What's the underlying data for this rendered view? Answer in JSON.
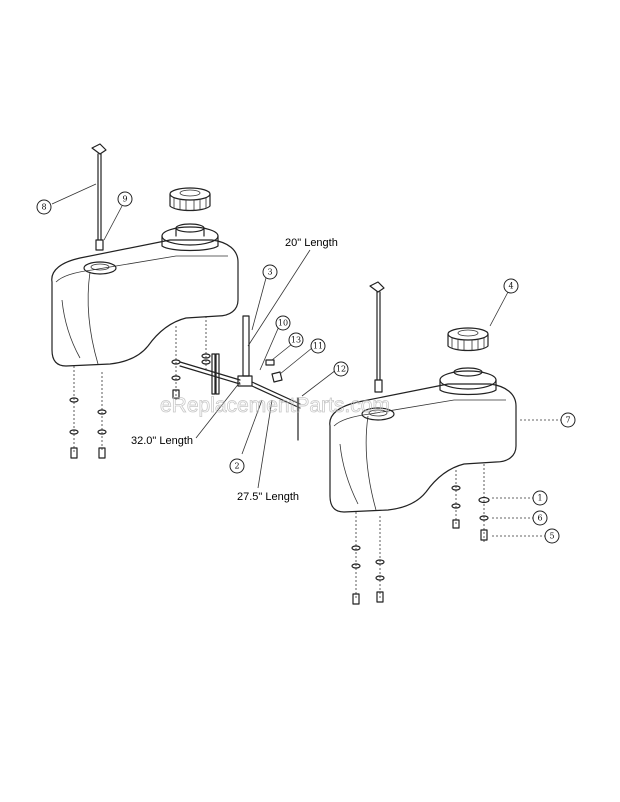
{
  "watermark": "eReplacementParts.com",
  "length_labels": {
    "tube_3": "20\" Length",
    "tube_32": "32.0\" Length",
    "tube_275": "27.5\" Length"
  },
  "callouts": {
    "c1": "1",
    "c2": "2",
    "c3": "3",
    "c4": "4",
    "c5": "5",
    "c6": "6",
    "c7": "7",
    "c8": "8",
    "c9": "9",
    "c10": "10",
    "c11": "11",
    "c12": "12",
    "c13": "13"
  }
}
